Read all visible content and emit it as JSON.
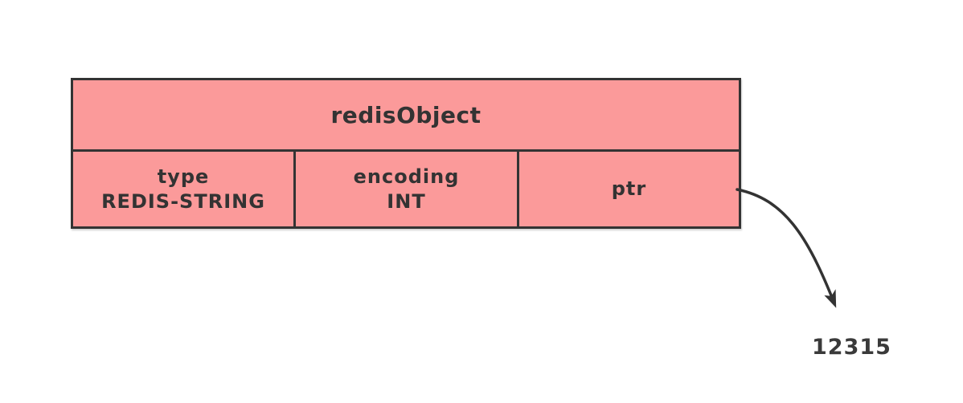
{
  "diagram": {
    "header": {
      "title": "redisObject"
    },
    "cells": [
      {
        "line1": "type",
        "line2": "REDIS-STRING"
      },
      {
        "line1": "encoding",
        "line2": "INT"
      },
      {
        "line1": "ptr",
        "line2": ""
      }
    ],
    "pointer": {
      "target_value": "12315"
    },
    "colors": {
      "box_fill": "#FB9A9A",
      "box_border": "#333333",
      "text": "#333333",
      "arrow": "#333333",
      "background": "#FFFFFF"
    }
  }
}
